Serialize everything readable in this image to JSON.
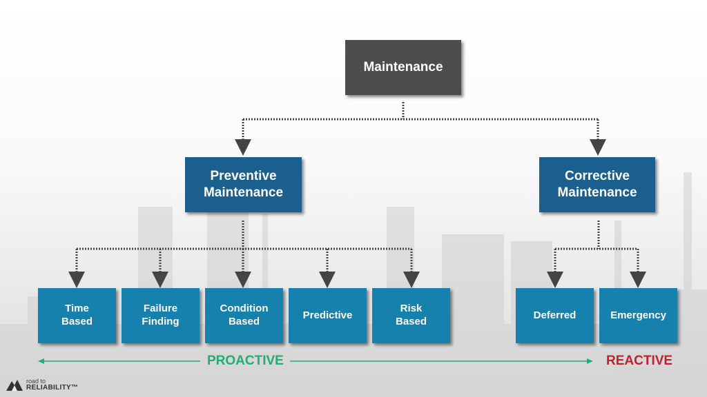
{
  "root": {
    "label": "Maintenance"
  },
  "branches": [
    {
      "label": "Preventive Maintenance",
      "children": [
        "Time Based",
        "Failure Finding",
        "Condition Based",
        "Predictive",
        "Risk Based"
      ]
    },
    {
      "label": "Corrective Maintenance",
      "children": [
        "Deferred",
        "Emergency"
      ]
    }
  ],
  "leaves": {
    "time_based": [
      "Time",
      "Based"
    ],
    "failure_finding": [
      "Failure",
      "Finding"
    ],
    "condition_based": [
      "Condition",
      "Based"
    ],
    "predictive": [
      "Predictive"
    ],
    "risk_based": [
      "Risk",
      "Based"
    ],
    "deferred": [
      "Deferred"
    ],
    "emergency": [
      "Emergency"
    ]
  },
  "mid": {
    "preventive": [
      "Preventive",
      "Maintenance"
    ],
    "corrective": [
      "Corrective",
      "Maintenance"
    ]
  },
  "scale": {
    "proactive_label": "PROACTIVE",
    "reactive_label": "REACTIVE",
    "proactive_color": "#1fae73",
    "reactive_color": "#c0212f"
  },
  "colors": {
    "root": "#4d4d4d",
    "branch": "#1b5f8f",
    "leaf": "#1681ad",
    "connector": "#444444"
  },
  "logo": {
    "line1": "road to",
    "line2": "RELIABILITY™"
  }
}
